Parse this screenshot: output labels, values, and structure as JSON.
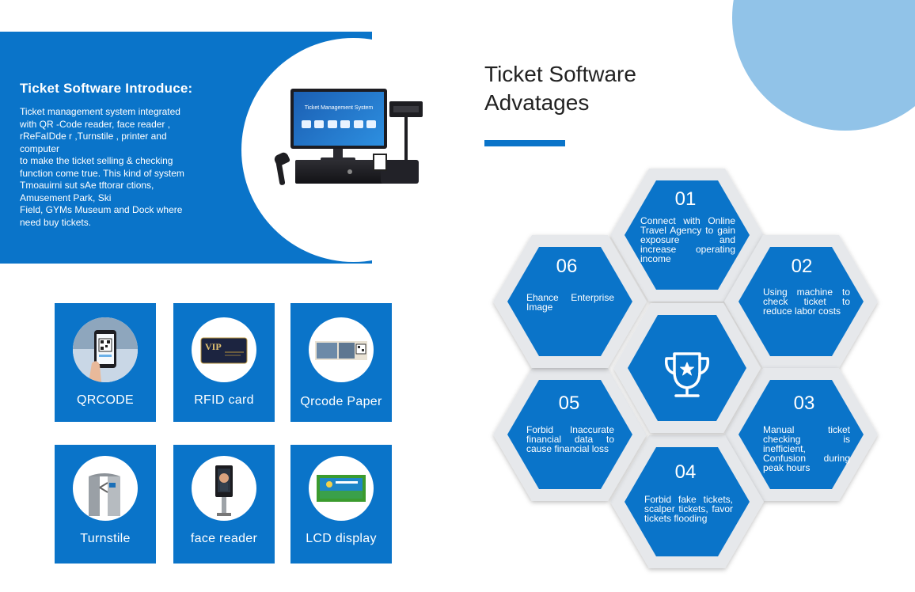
{
  "intro": {
    "title": "Ticket Software Introduce:",
    "body": "Ticket management system integrated\nwith QR -Code reader, face reader ,\nrReFaIDde r ,Turnstile , printer and\ncomputer\nto make the ticket selling & checking\nfunction come true. This kind of system\nTmoauirni sut sAe tftorar ctions,\nAmusement Park, Ski\nField, GYMs Museum and Dock where\nneed buy tickets.",
    "screen_title": "Ticket Management System"
  },
  "features": [
    {
      "label": "QRCODE",
      "icon": "qrcode-phone-icon"
    },
    {
      "label": "RFID card",
      "icon": "rfid-card-icon",
      "card_text": "VIP"
    },
    {
      "label": "Qrcode Paper",
      "icon": "paper-ticket-icon"
    },
    {
      "label": "Turnstile",
      "icon": "turnstile-icon"
    },
    {
      "label": "face reader",
      "icon": "face-reader-icon"
    },
    {
      "label": "LCD display",
      "icon": "lcd-display-icon"
    }
  ],
  "advantages": {
    "title": "Ticket Software\nAdvatages",
    "center_icon": "trophy-icon",
    "items": [
      {
        "num": "01",
        "text": "Connect with Online Travel Agency to gain exposure and increase operating income"
      },
      {
        "num": "02",
        "text": "Using machine to check ticket to reduce labor costs"
      },
      {
        "num": "03",
        "text": "Manual ticket checking is inefficient, Confusion during peak hours"
      },
      {
        "num": "04",
        "text": "Forbid fake tickets, scalper tickets, favor tickets flooding"
      },
      {
        "num": "05",
        "text": "Forbid Inaccurate financial data to cause financial loss"
      },
      {
        "num": "06",
        "text": "Ehance Enterprise Image"
      }
    ]
  },
  "colors": {
    "accent": "#0a74c9",
    "accent_light": "#91c3e8",
    "hex_border": "#e3e6ea"
  }
}
